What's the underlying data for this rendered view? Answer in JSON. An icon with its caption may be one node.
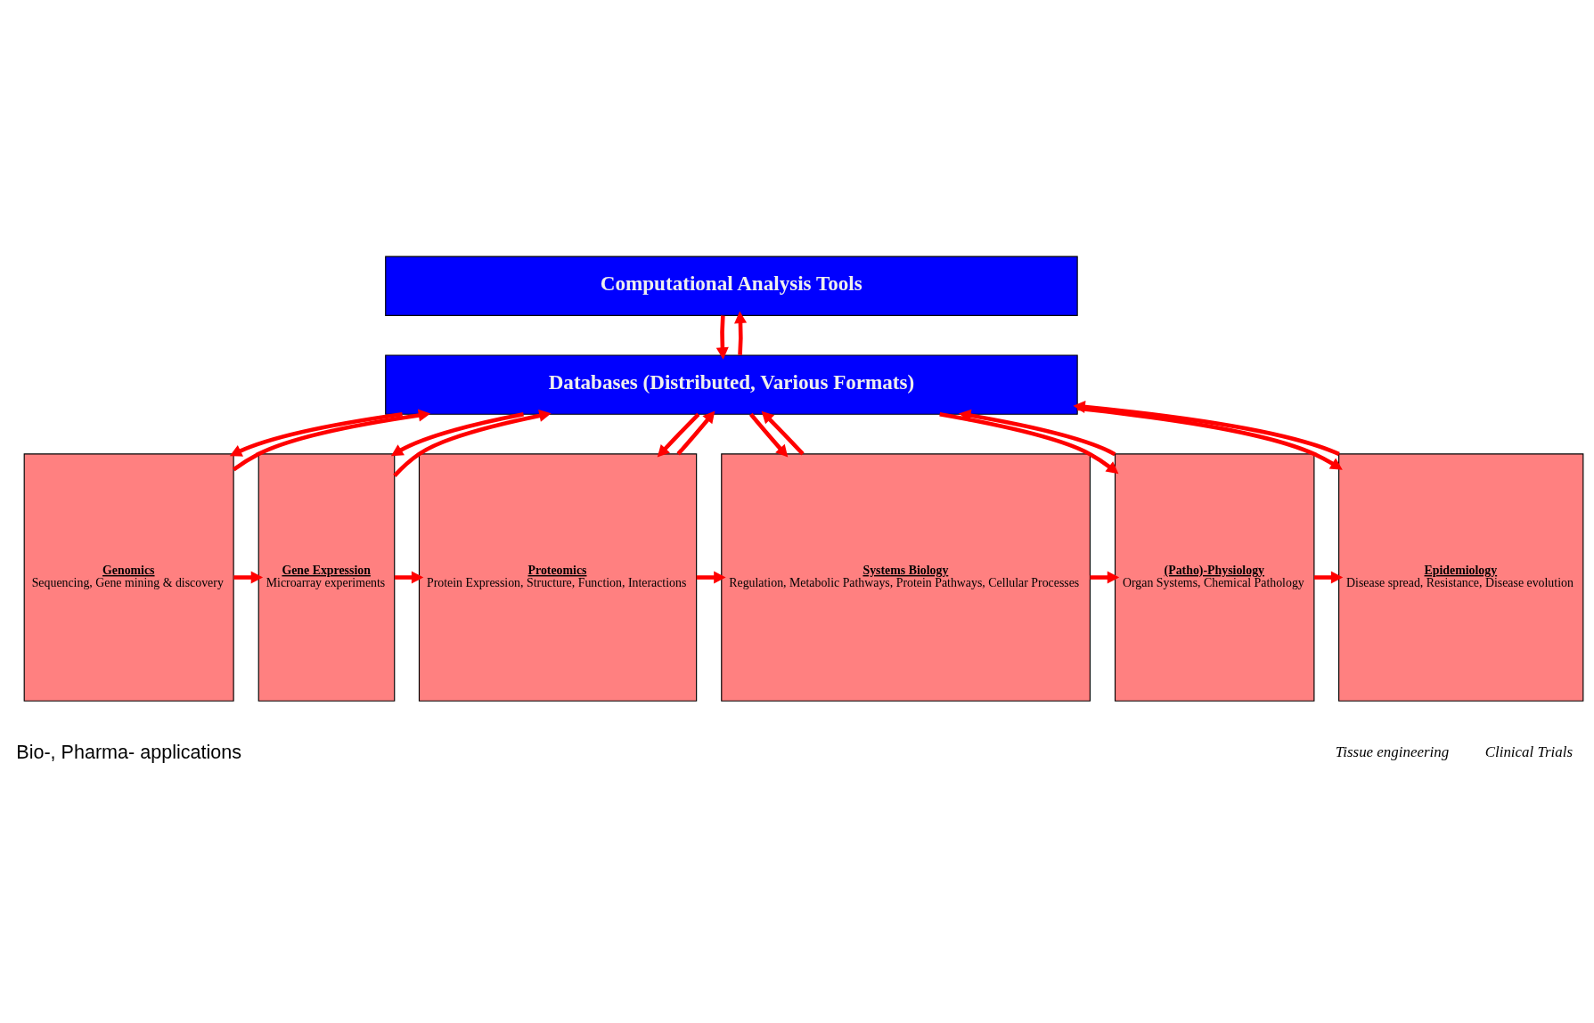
{
  "diagram": {
    "nodes": [
      {
        "text": [
          "Computational Analysis Tools"
        ]
      },
      {
        "text": [
          "Databases (Distributed, Various Formats)"
        ]
      },
      {
        "text": [
          "Genomics",
          "Sequencing, Gene mining & discovery"
        ]
      },
      {
        "text": [
          "Gene Expression",
          "Microarray experiments"
        ]
      },
      {
        "text": [
          "Proteomics",
          "Protein Expression, Structure, Function, Interactions"
        ]
      },
      {
        "text": [
          "Systems Biology",
          "Regulation, Metabolic Pathways, Protein Pathways, Cellular Processes"
        ]
      },
      {
        "text": [
          "(Patho)-Physiology",
          "Organ Systems, Chemical Pathology"
        ]
      },
      {
        "text": [
          "Epidemiology",
          "Disease spread, Resistance, Disease evolution"
        ]
      }
    ],
    "edges": [
      {
        "from": 1,
        "to": 0,
        "arrow": "to"
      },
      {
        "from": 0,
        "to": 1,
        "arrow": "to"
      },
      {
        "from": 2,
        "to": 1,
        "arrow": "to"
      },
      {
        "from": 1,
        "to": 2,
        "arrow": "to"
      },
      {
        "from": 3,
        "to": 1,
        "arrow": "to"
      },
      {
        "from": 1,
        "to": 3,
        "arrow": "to"
      },
      {
        "from": 4,
        "to": 1,
        "arrow": "to"
      },
      {
        "from": 1,
        "to": 4,
        "arrow": "to"
      },
      {
        "from": 5,
        "to": 1,
        "arrow": "to"
      },
      {
        "from": 1,
        "to": 5,
        "arrow": "to"
      },
      {
        "from": 6,
        "to": 1,
        "arrow": "to"
      },
      {
        "from": 1,
        "to": 6,
        "arrow": "to"
      },
      {
        "from": 7,
        "to": 1,
        "arrow": "to"
      },
      {
        "from": 1,
        "to": 7,
        "arrow": "to"
      },
      {
        "from": 2,
        "to": 3,
        "arrow": "to"
      },
      {
        "from": 3,
        "to": 4,
        "arrow": "to"
      },
      {
        "from": 4,
        "to": 5,
        "arrow": "to"
      },
      {
        "from": 5,
        "to": 6,
        "arrow": "to"
      },
      {
        "from": 6,
        "to": 7,
        "arrow": "to"
      }
    ],
    "labels": [
      "Bio-, Pharma- applications",
      "Tissue engineering",
      "Clinical Trials"
    ]
  }
}
